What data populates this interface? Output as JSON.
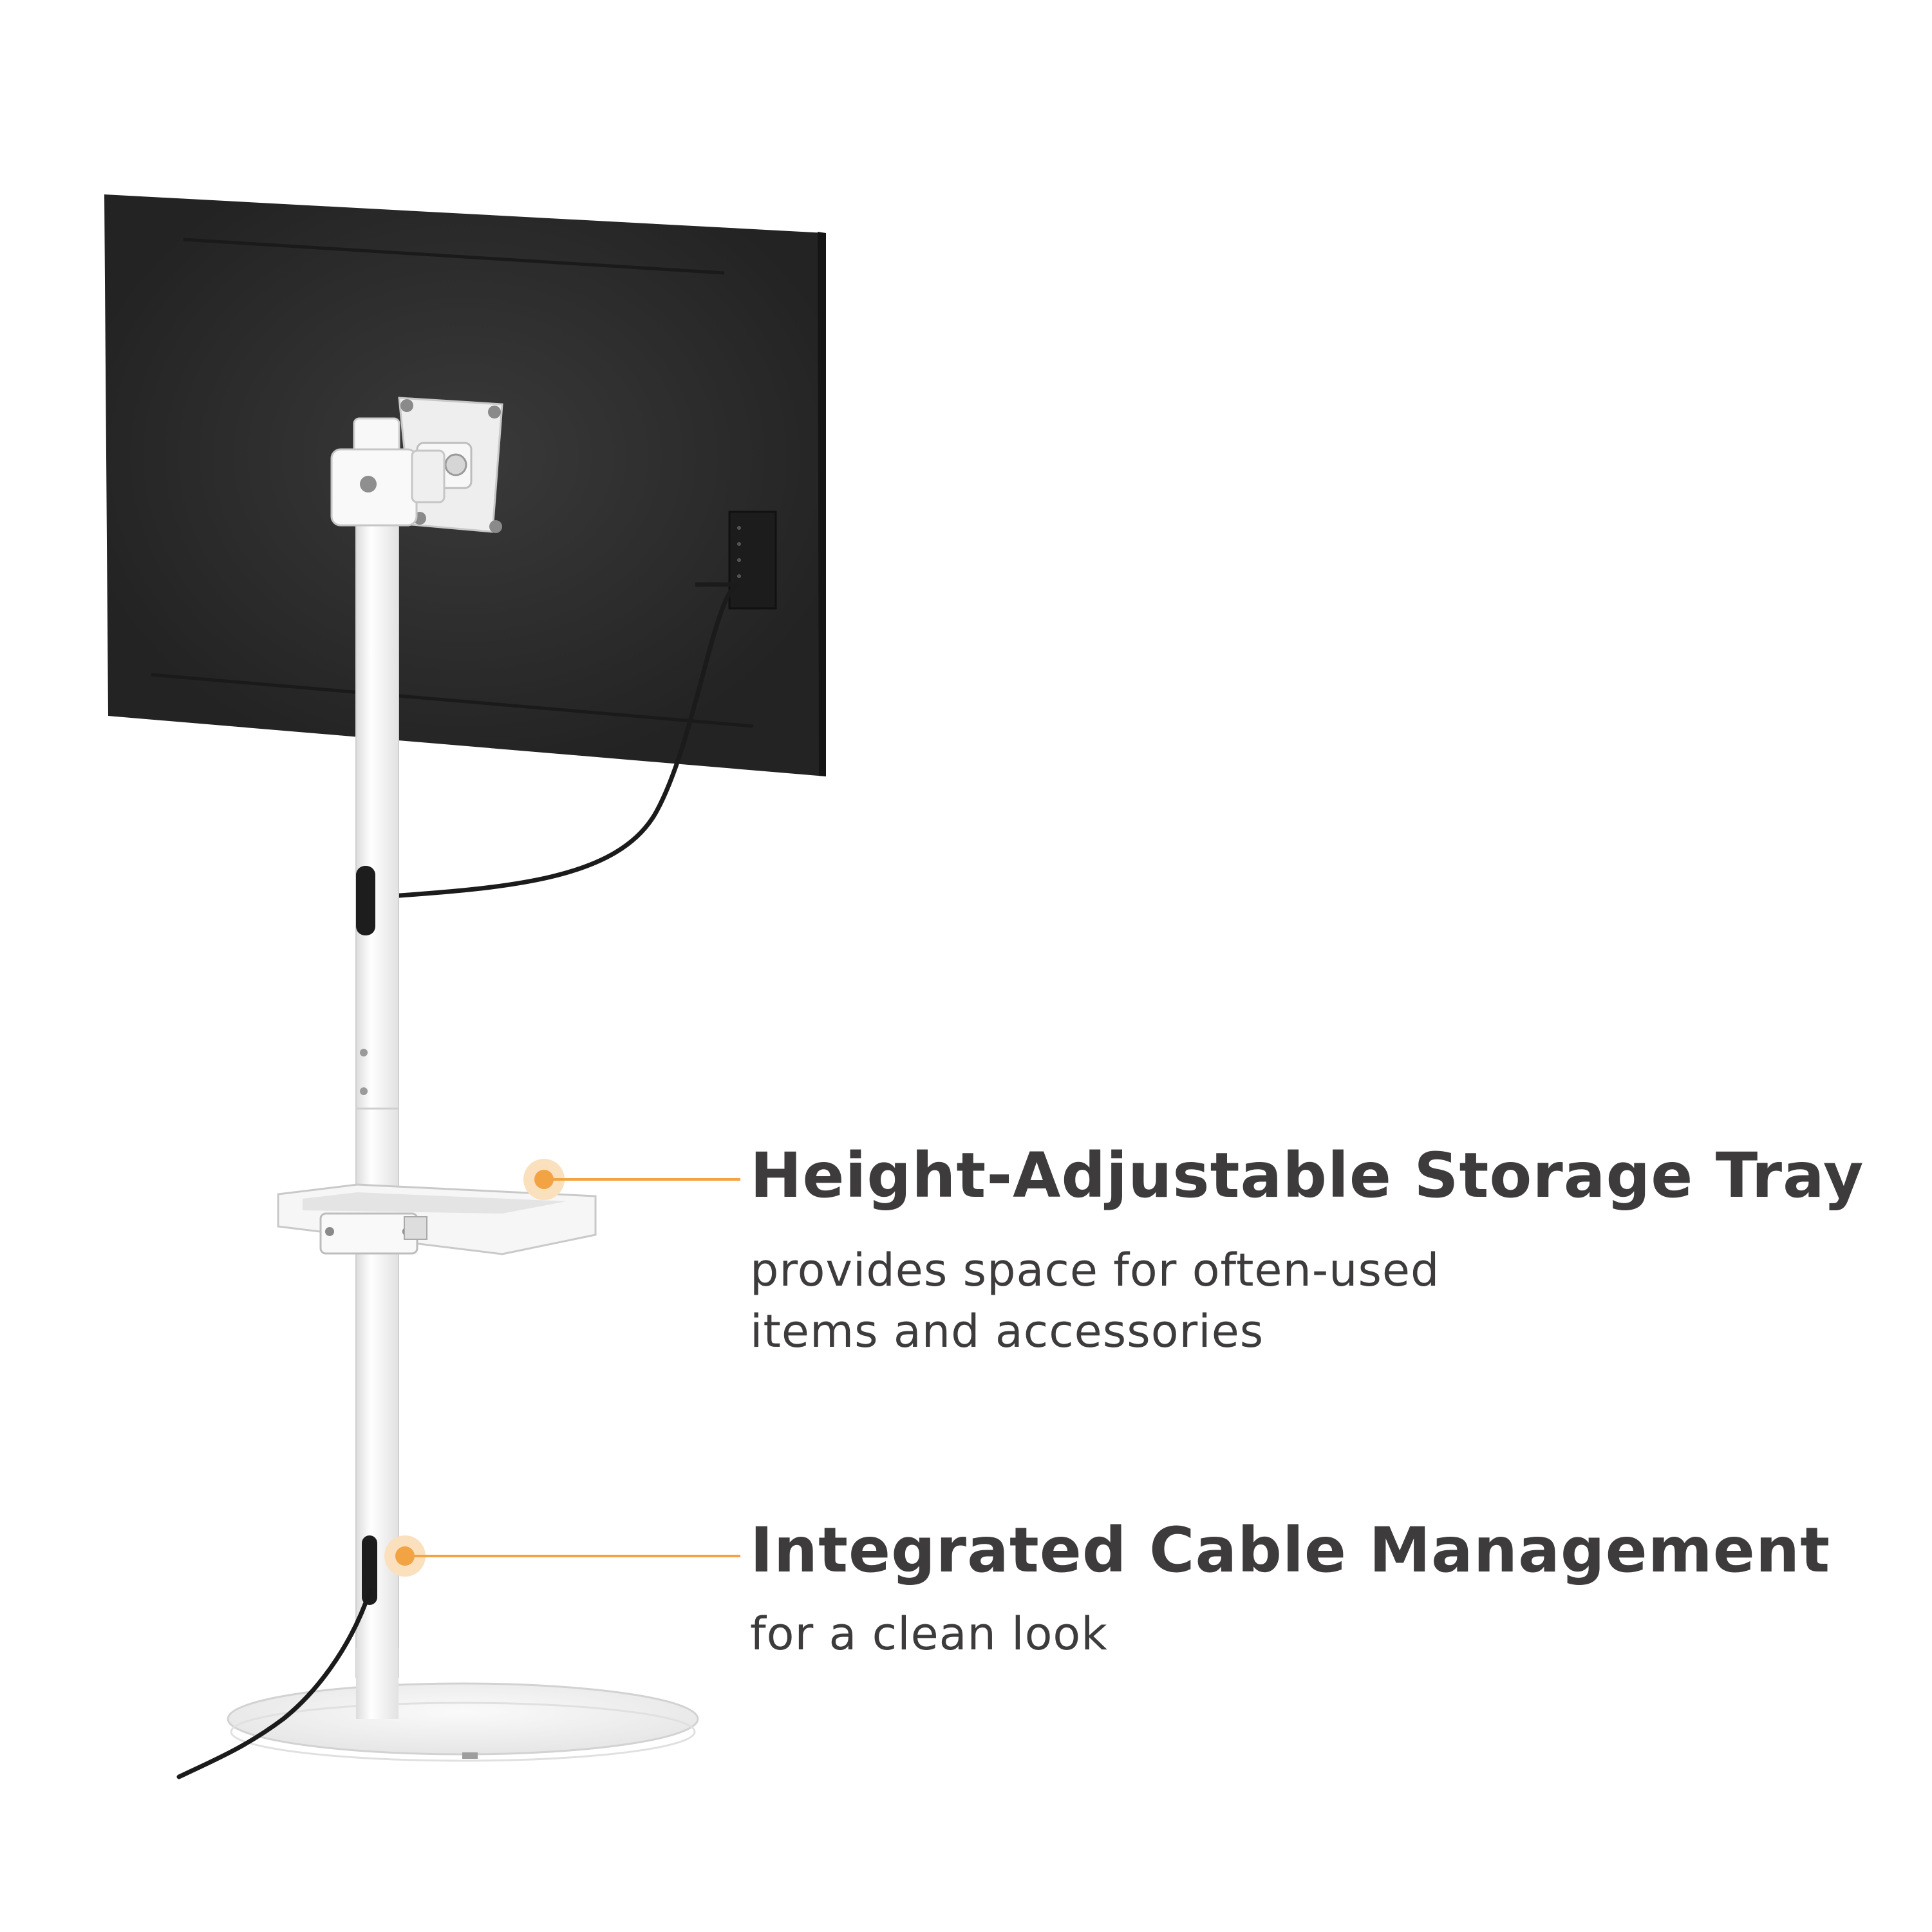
{
  "colors": {
    "background": "#ffffff",
    "accent": "#f2a444",
    "text": "#3d3b3b",
    "monitor": "#2b2b2b",
    "stand": "#f4f4f4"
  },
  "features": [
    {
      "title": "Height-Adjustable Storage Tray",
      "description_lines": [
        "provides space for often-used",
        "items and accessories"
      ],
      "marker_icon": "orange-dot-icon"
    },
    {
      "title": "Integrated Cable Management",
      "description_lines": [
        "for a clean look"
      ],
      "marker_icon": "orange-dot-icon"
    }
  ]
}
